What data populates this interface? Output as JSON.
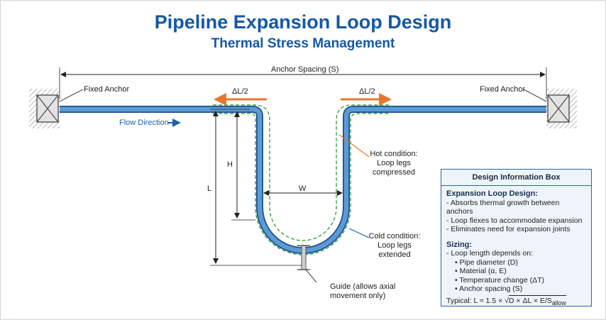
{
  "title": "Pipeline Expansion Loop Design",
  "subtitle": "Thermal Stress Management",
  "labels": {
    "anchor_spacing": "Anchor Spacing (S)",
    "fixed_anchor_left": "Fixed Anchor",
    "fixed_anchor_right": "Fixed Anchor",
    "delta_left": "ΔL/2",
    "delta_right": "ΔL/2",
    "flow_direction": "Flow Direction",
    "dim_h": "H",
    "dim_l": "L",
    "dim_w": "W",
    "hot_condition": [
      "Hot condition:",
      "Loop legs",
      "compressed"
    ],
    "cold_condition": [
      "Cold condition:",
      "Loop legs",
      "extended"
    ],
    "guide": [
      "Guide (allows axial",
      "movement only)"
    ]
  },
  "info_box": {
    "header": "Design Information Box",
    "section1_title": "Expansion Loop Design:",
    "section1_items": [
      "- Absorbs thermal growth between anchors",
      "- Loop flexes to accommodate expansion",
      "- Eliminates need for expansion joints"
    ],
    "section2_title": "Sizing:",
    "section2_intro": "- Loop length depends on:",
    "section2_items": [
      "• Pipe diameter (D)",
      "• Material (α, E)",
      "• Temperature change (ΔT)",
      "• Anchor spacing (S)"
    ],
    "formula_prefix": "Typical: L ≈ 1.5 × ",
    "formula_radical": "D × ΔL × E/S",
    "formula_sub": "allow"
  },
  "colors": {
    "title": "#1458a6",
    "pipe_fill": "#5b9bd5",
    "pipe_stroke": "#1f4e8c",
    "hot_outline": "#3aa34a",
    "arrow": "#e8772e"
  }
}
